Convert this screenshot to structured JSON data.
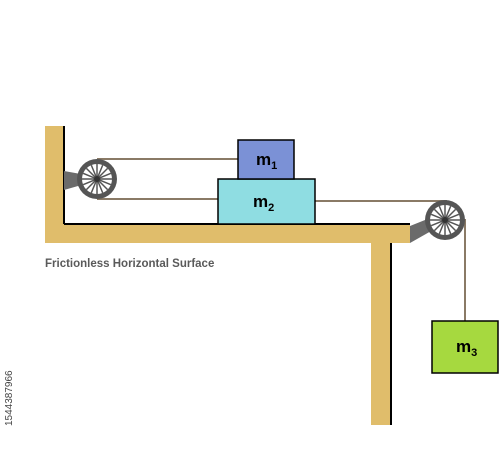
{
  "diagram": {
    "caption": "Frictionless Horizontal Surface",
    "masses": [
      {
        "id": "m1",
        "symbol": "m",
        "subscript": "1",
        "color": "#7b91d6"
      },
      {
        "id": "m2",
        "symbol": "m",
        "subscript": "2",
        "color": "#8fdde2"
      },
      {
        "id": "m3",
        "symbol": "m",
        "subscript": "3",
        "color": "#a6d93f"
      }
    ],
    "colors": {
      "wall": "#e0bd6b",
      "rope": "#8a7a66",
      "pulley": "#555555",
      "bracket": "#6b6b6b"
    }
  },
  "stock_id": "1544387966"
}
